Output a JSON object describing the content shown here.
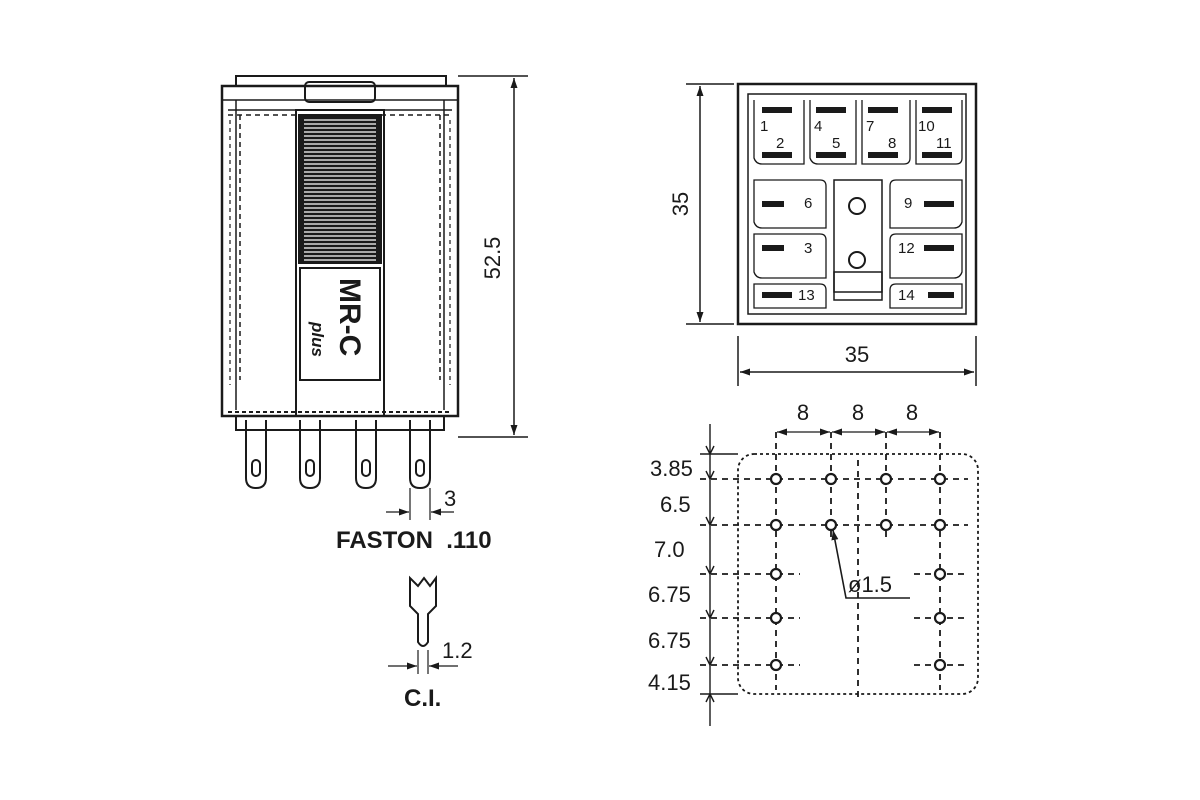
{
  "side_view": {
    "height_dim": "52.5",
    "pin_width_dim": "3",
    "terminal_label": "FASTON  .110",
    "pcb_pin_dim": "1.2",
    "pcb_label": "C.I.",
    "logo_text": "MR-C",
    "logo_sub": "plus"
  },
  "base_view": {
    "height_dim": "35",
    "width_dim": "35",
    "pins": [
      "1",
      "2",
      "4",
      "5",
      "7",
      "8",
      "10",
      "11",
      "6",
      "9",
      "3",
      "12",
      "13",
      "14"
    ]
  },
  "hole_pattern": {
    "col_dims": [
      "8",
      "8",
      "8"
    ],
    "row_dims": [
      "3.85",
      "6.5",
      "7.0",
      "6.75",
      "6.75",
      "4.15"
    ],
    "hole_dia": "ø1.5"
  }
}
